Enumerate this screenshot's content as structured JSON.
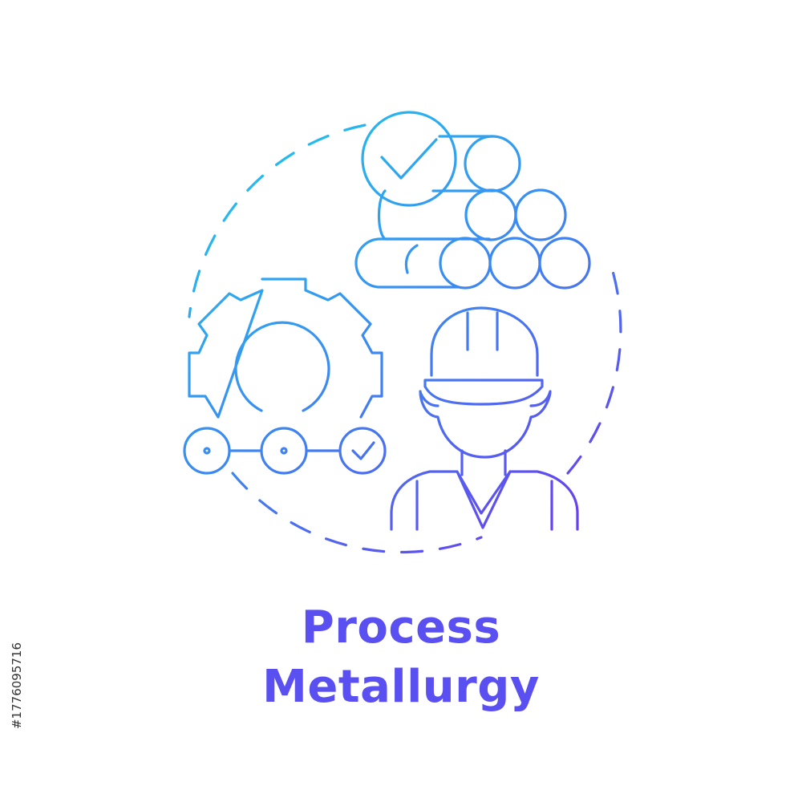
{
  "caption": {
    "line1": "Process",
    "line2": "Metallurgy"
  },
  "stock_id": "#1776095716",
  "colors": {
    "gradient_start": "#1ec8ee",
    "gradient_mid": "#3d88f0",
    "gradient_end": "#6a3cf0",
    "caption": "#5a4ff0",
    "background": "#ffffff"
  },
  "icons": [
    "dashed-circle",
    "metal-pipes-stack-icon",
    "quality-check-icon",
    "gear-icon",
    "process-flow-icon",
    "worker-hard-hat-icon"
  ]
}
